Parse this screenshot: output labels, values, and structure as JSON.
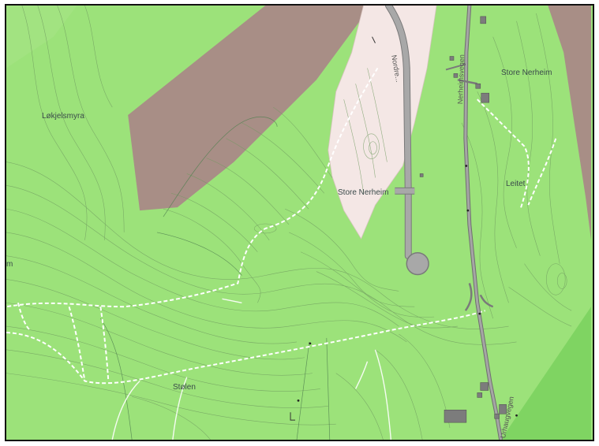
{
  "map": {
    "places": {
      "store_nerheim_ne": "Store Nerheim",
      "store_nerheim_center": "Store Nerheim",
      "lokjelsmyra": "Løkjelsmyra",
      "leitet": "Leitet",
      "stolen": "Stølen",
      "edge_left": "m"
    },
    "roads": {
      "nerheimsvegen": "Nerheimsvegen",
      "nordre_road": "Nordre...",
      "lower_road": "Urhaugvegen"
    },
    "colors": {
      "forest": "#9ce27a",
      "forest_dark": "#86d468",
      "bare_rock": "#a88e86",
      "developed": "#f2e4e2",
      "road": "#9a9a9a",
      "contour": "#6f9a5f",
      "path": "#ffffff"
    }
  }
}
